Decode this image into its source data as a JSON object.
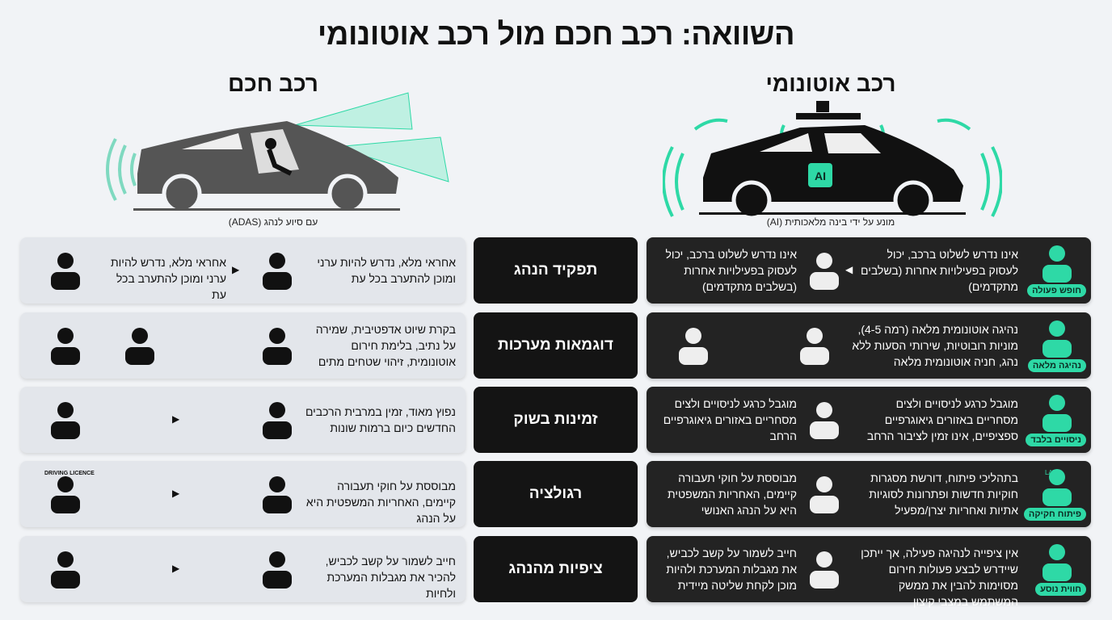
{
  "title": "השוואה: רכב חכם מול רכב אוטונומי",
  "left": {
    "header": "רכב חכם",
    "caption": "עם סיוע לנהג (ADAS)",
    "rows": [
      {
        "text": "אחראי מלא, נדרש להיות ערני ומוכן להתערב בכל עת",
        "text2": "אחראי מלא, נדרש להיות ערני ומוכן להתערב בכל עת"
      },
      {
        "text": "בקרת שיוט אדפטיבית, שמירה על נתיב, בלימת חירום אוטונומית, זיהוי שטחים מתים"
      },
      {
        "text": "נפוץ מאוד, זמין במרבית הרכבים החדשים כיום ברמות שונות"
      },
      {
        "text": "מבוססת על חוקי תעבורה קיימים, האחריות המשפטית היא על הנהג",
        "icon_text": "DRIVING LICENCE"
      },
      {
        "text": "חייב לשמור על קשב לכביש, להכיר את מגבלות המערכת ולחיות"
      }
    ]
  },
  "right": {
    "header": "רכב אוטונומי",
    "caption": "מונע על ידי בינה מלאכותית (AI)",
    "chip": "AI",
    "rows": [
      {
        "tag": "חופש פעולה",
        "text": "אינו נדרש לשלוט ברכב, יכול לעסוק בפעילויות אחרות (בשלבים מתקדמים)",
        "text2": "אינו נדרש לשלוט ברכב, יכול לעסוק בפעילויות אחרות (בשלבים מתקדמים)"
      },
      {
        "tag": "נהיגה מלאה",
        "text": "נהיגה אוטונומית מלאה (רמה 4-5), מוניות רובוטיות, שירותי הסעות ללא נהג, חניה אוטונומית מלאה"
      },
      {
        "tag": "ניסויים בלבד",
        "text": "מוגבל כרגע לניסויים ולצים מסחריים באזורים גיאוגרפיים ספציפיים, אינו זמין לציבור הרחב",
        "text2": "מוגבל כרגע לניסויים ולצים מסחריים באזורים גיאוגרפיים הרחב"
      },
      {
        "tag": "פיתוח חקיקה",
        "text": "בתהליכי פיתוח, דורשת מסגרות חוקיות חדשות ופתרונות לסוגיות אתיות ואחריות יצרן/מפעיל",
        "text2": "מבוססת על חוקי תעבורה קיימים, האחריות המשפטית היא על הנהג האנושי",
        "icon_text": "LAW"
      },
      {
        "tag": "חווית נוסע",
        "text": "אין ציפייה לנהיגה פעילה, אך ייתכן שיידרש לבצע פעולות חירום מסוימות להבין את ממשק המשתמש במצבי קיצון",
        "text2": "חייב לשמור על קשב לכביש, את מגבלות המערכת ולהיות מוכן לקחת שליטה מיידית"
      }
    ]
  },
  "categories": [
    "תפקיד הנהג",
    "דוגמאות מערכות",
    "זמינות בשוק",
    "רגולציה",
    "ציפיות מהנהג"
  ],
  "colors": {
    "accent": "#2ed9a6",
    "dark_panel": "#232323",
    "light_panel": "#e3e6eb",
    "label_bg": "#141414"
  }
}
